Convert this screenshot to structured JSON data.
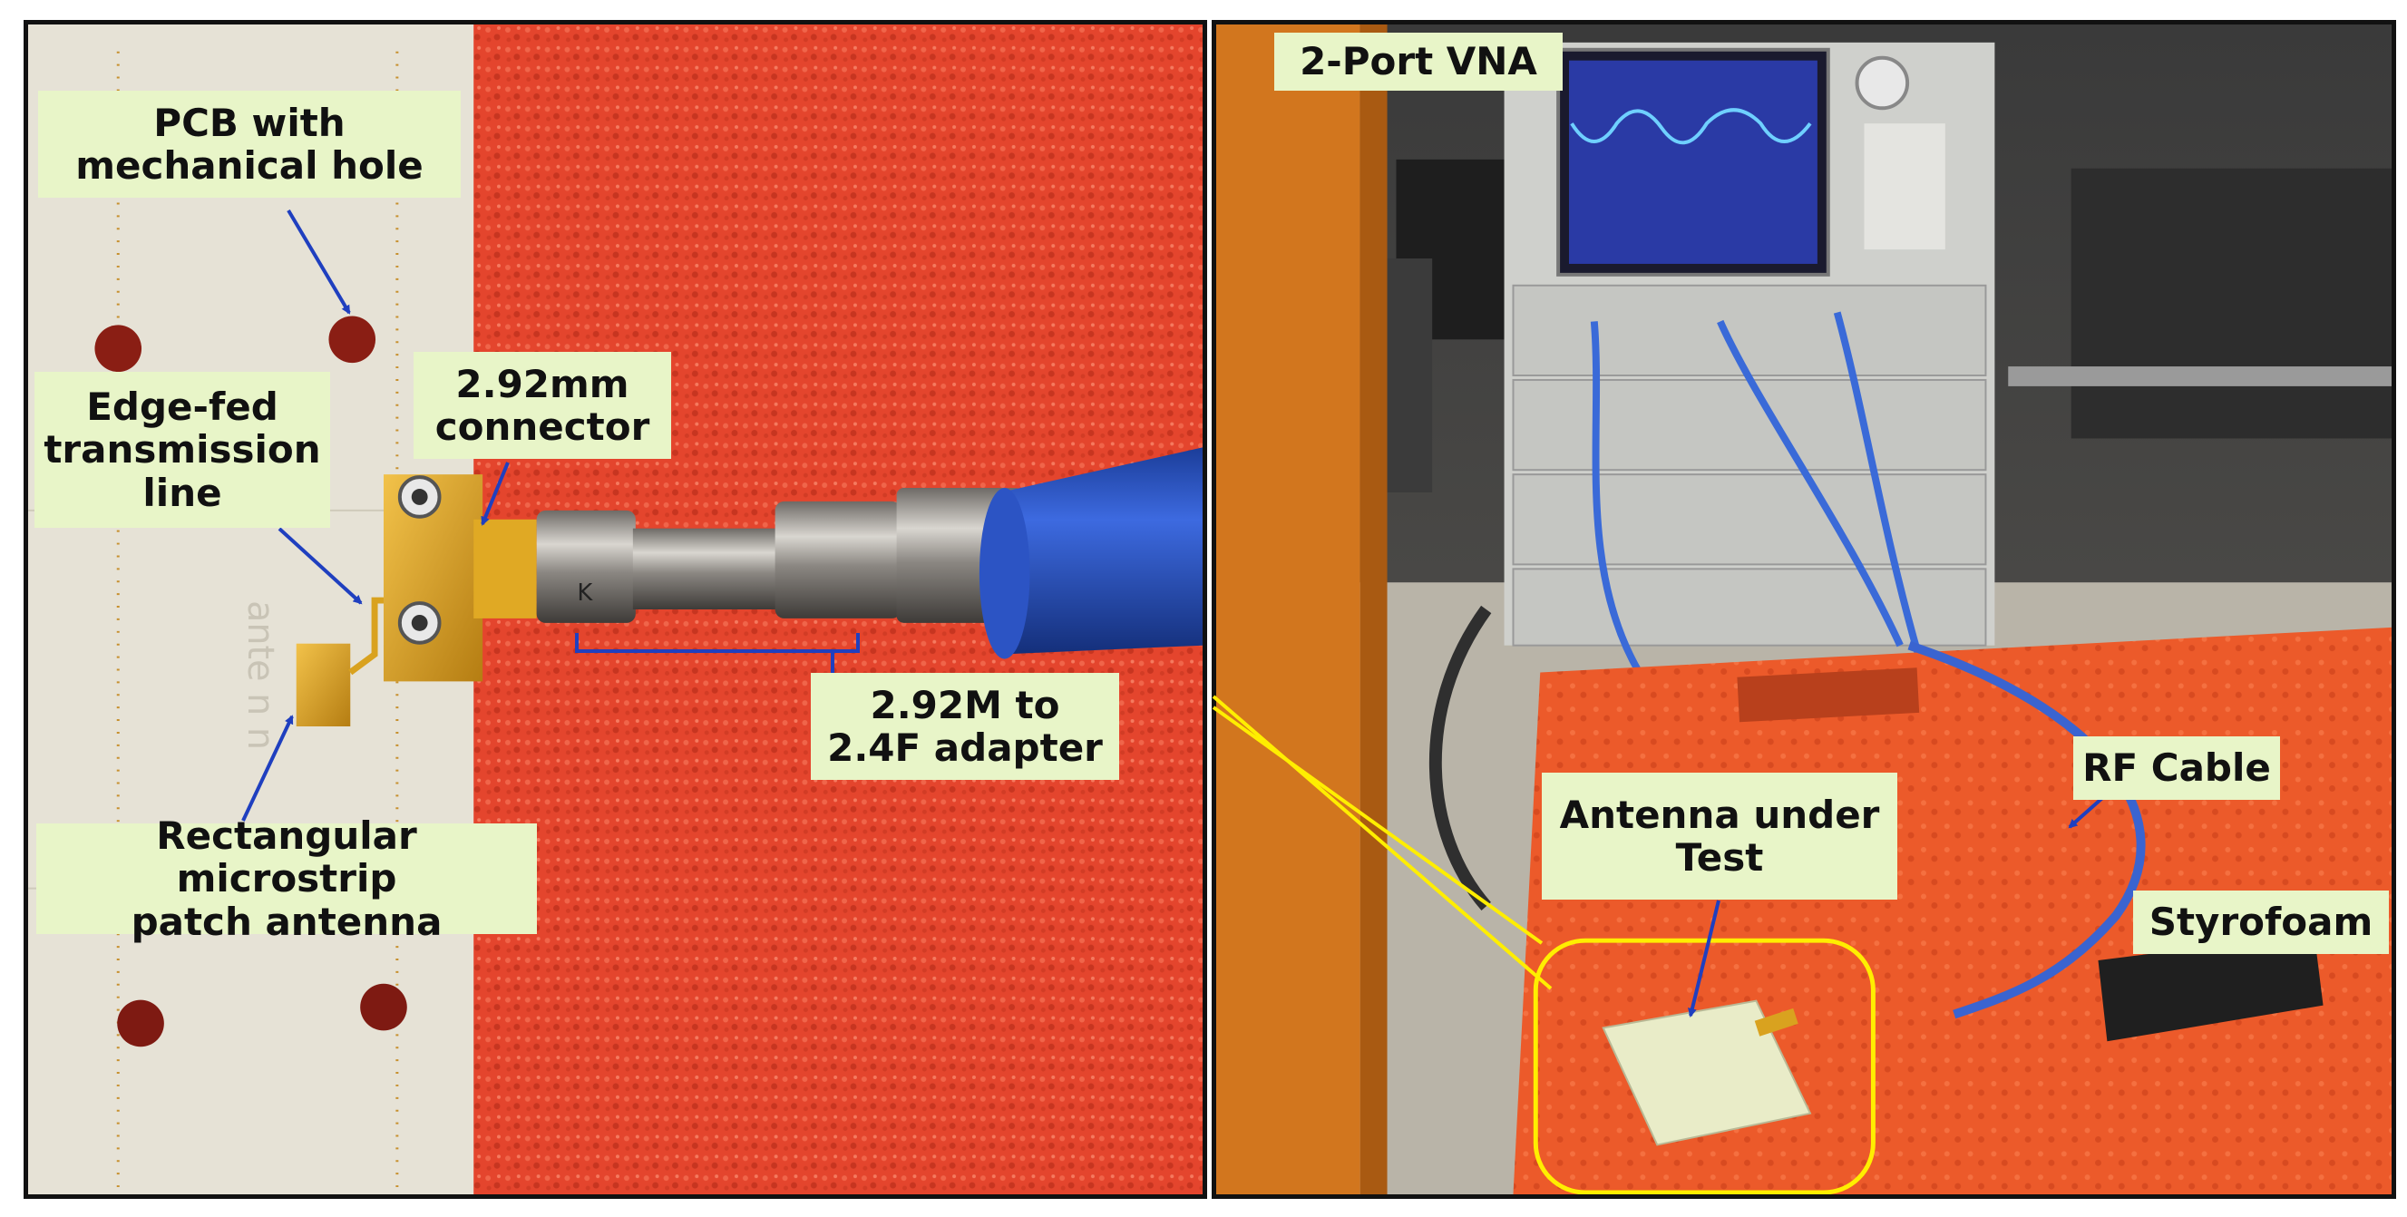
{
  "labels": {
    "pcb_hole": [
      "PCB with",
      "mechanical hole"
    ],
    "edge_fed_line": [
      "Edge-fed",
      "transmission",
      "line"
    ],
    "connector": [
      "2.92mm",
      "connector"
    ],
    "adapter": [
      "2.92M to",
      "2.4F adapter"
    ],
    "patch_antenna": [
      "Rectangular microstrip",
      "patch antenna"
    ],
    "vna": [
      "2-Port VNA"
    ],
    "antenna_under_test": [
      "Antenna under",
      "Test"
    ],
    "rf_cable": [
      "RF Cable"
    ],
    "styrofoam": [
      "Styrofoam"
    ]
  },
  "photo_text": {
    "connector_marking": "K",
    "pcb_watermark": "ante n n"
  },
  "colors": {
    "label_bg": "#e8f5c8",
    "arrow": "#1f3fbf",
    "highlight": "#ffee00",
    "foam": "#e8462e",
    "pcb": "#e6e2d6",
    "cable_blue": "#2e56c9",
    "gold": "#d9a21f"
  }
}
